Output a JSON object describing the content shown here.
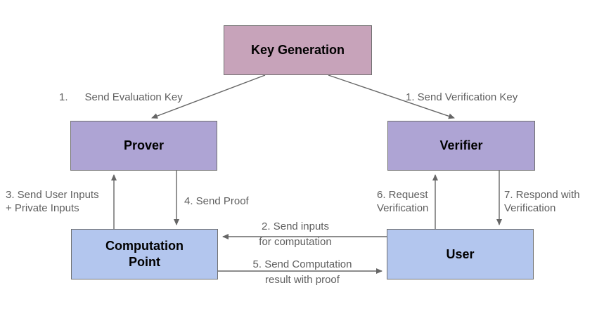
{
  "colors": {
    "background": "#ffffff",
    "key_generation_fill": "#c7a3ba",
    "prover_verifier_fill": "#aea4d4",
    "computation_user_fill": "#b3c6ee",
    "box_border": "#707070",
    "arrow": "#666666",
    "annotation_text": "#5f5f5f",
    "node_text": "#000000"
  },
  "nodes": {
    "key_generation": {
      "label": "Key Generation"
    },
    "prover": {
      "label": "Prover"
    },
    "verifier": {
      "label": "Verifier"
    },
    "computation_point": {
      "lines": [
        "Computation",
        "Point"
      ]
    },
    "user": {
      "label": "User"
    }
  },
  "edges": {
    "send_evaluation_key": {
      "number": "1.",
      "label": "Send Evaluation Key"
    },
    "send_verification_key": {
      "label": "1. Send Verification Key"
    },
    "send_inputs_for_computation": {
      "lines": [
        "2. Send inputs",
        "for computation"
      ]
    },
    "send_user_inputs": {
      "lines": [
        "3. Send User Inputs",
        "+ Private Inputs"
      ]
    },
    "send_proof": {
      "label": "4. Send Proof"
    },
    "send_computation_result": {
      "lines": [
        "5. Send Computation",
        "result with proof"
      ]
    },
    "request_verification": {
      "lines": [
        "6. Request",
        "Verification"
      ]
    },
    "respond_with_verification": {
      "lines": [
        "7. Respond with",
        "Verification"
      ]
    }
  }
}
